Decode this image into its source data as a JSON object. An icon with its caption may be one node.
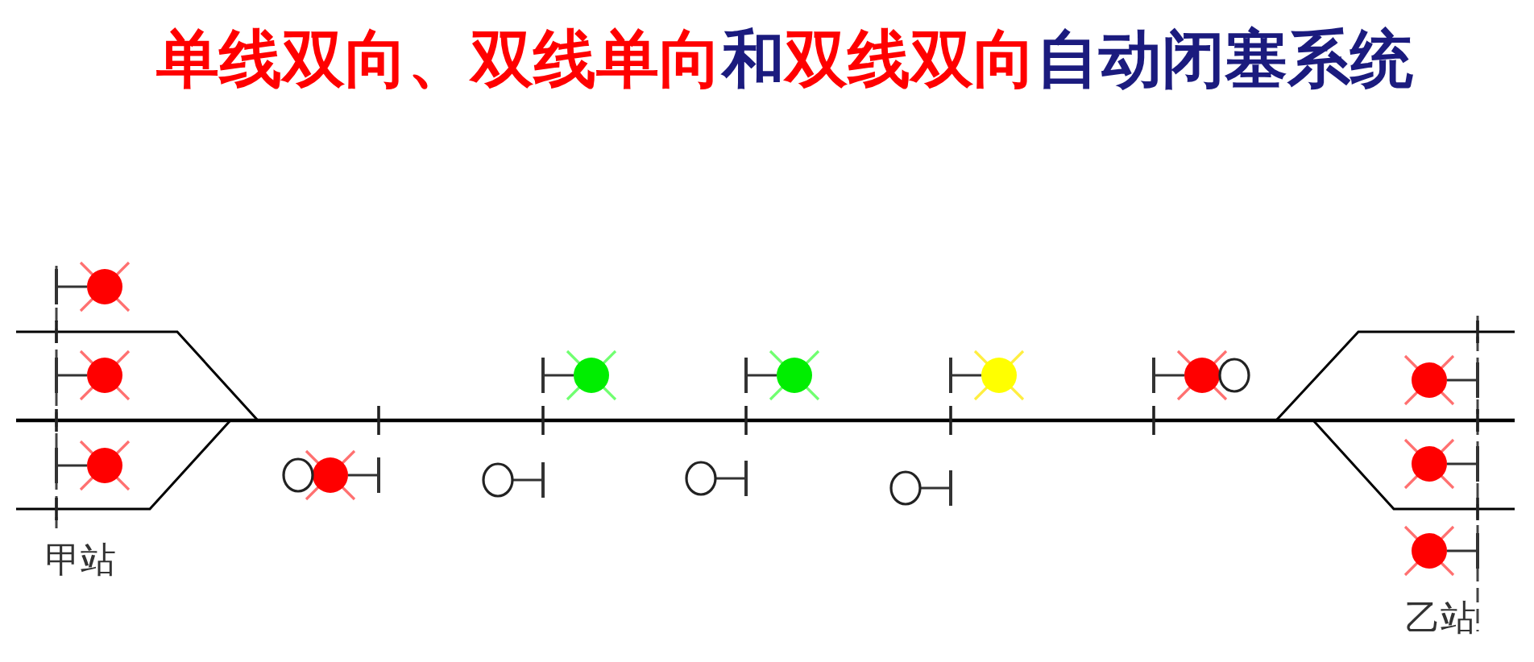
{
  "diagram": {
    "title": "单线双向、双线单向和双线双向自动闭塞系统",
    "labels": [
      "甲站",
      "乙站"
    ]
  }
}
